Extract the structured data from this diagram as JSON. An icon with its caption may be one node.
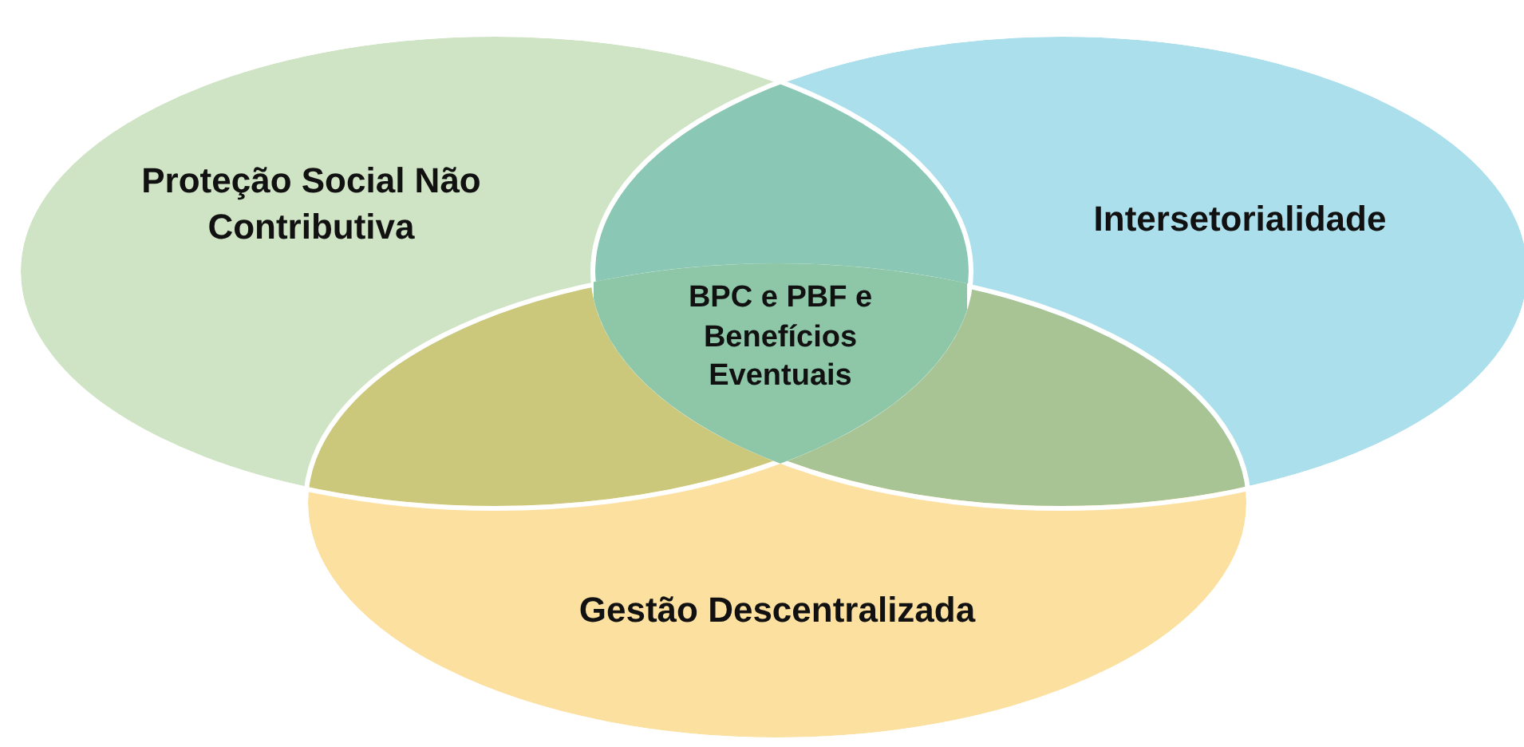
{
  "diagram": {
    "nodes": [
      {
        "text": [
          "Proteção Social Não Contributiva"
        ]
      },
      {
        "text": [
          "Intersetorialidade"
        ]
      },
      {
        "text": [
          "Gestão Descentralizada"
        ]
      },
      {
        "text": [
          "BPC e PBF e Benefícios Eventuais"
        ]
      }
    ]
  }
}
